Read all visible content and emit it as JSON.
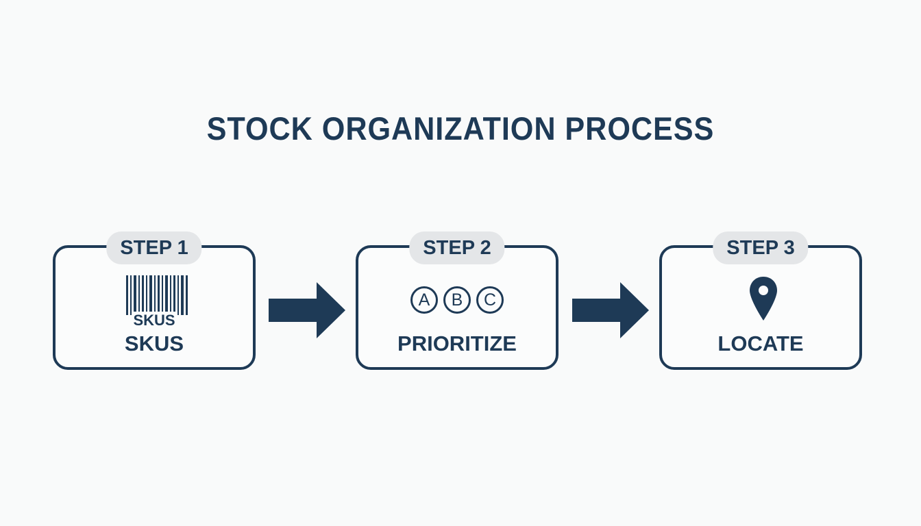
{
  "title": "STOCK ORGANIZATION PROCESS",
  "steps": [
    {
      "badge": "STEP 1",
      "label": "SKUS",
      "icon": "barcode-icon",
      "icon_text": "SKUS"
    },
    {
      "badge": "STEP 2",
      "label": "PRIORITIZE",
      "icon": "abc-circles-icon",
      "icon_letters": [
        "A",
        "B",
        "C"
      ]
    },
    {
      "badge": "STEP 3",
      "label": "LOCATE",
      "icon": "location-pin-icon"
    }
  ],
  "connectors": [
    "arrow-right-icon",
    "arrow-right-icon"
  ],
  "colors": {
    "primary": "#1e3a56",
    "pill": "#e4e6e8",
    "background": "#f9fafa"
  }
}
